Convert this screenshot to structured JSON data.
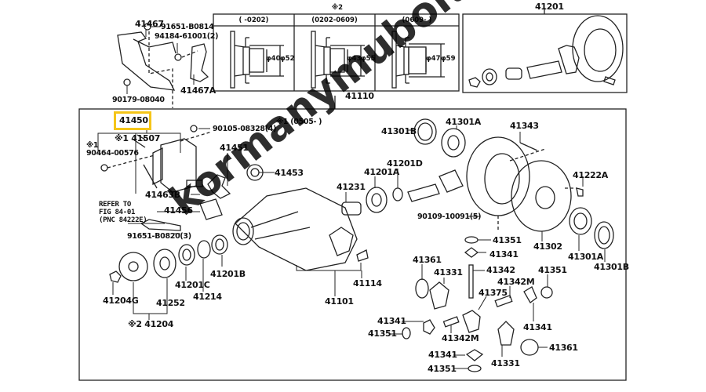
{
  "diagram": {
    "title_mark_top": "※2",
    "section_note": "※1 (0505-    )",
    "highlight_color": "#f5c518",
    "watermark": "kormanymubolt.hu"
  },
  "bracket_group": {
    "labels": [
      "41467",
      "91651-B0814",
      "94184-61001(2)",
      "41467A",
      "90179-08040"
    ]
  },
  "inset_sizes": {
    "label": "41110",
    "columns": [
      {
        "header": "(     -0202)",
        "inner": "φ40",
        "outer": "φ52"
      },
      {
        "header": "(0202-0609)",
        "inner": "φ43",
        "outer": "φ55"
      },
      {
        "header": "(0609-     )",
        "inner": "φ47",
        "outer": "φ59"
      }
    ]
  },
  "inset_gearset": {
    "label": "41201"
  },
  "parts": {
    "p41450": "41450",
    "p41507": "※1 41507",
    "p90464_mark": "※1",
    "p90464": "90464-00576",
    "p90105": "90105-08328(4)",
    "p41451": "41451",
    "p41453": "41453",
    "p41463B": "41463B",
    "refer1": "REFER TO",
    "refer2": "FIG 84-01",
    "refer3": "(PNC 84222E)",
    "p41456": "41456",
    "p91651": "91651-B0820(3)",
    "p41204G": "41204G",
    "p41252": "41252",
    "p41201C": "41201C",
    "p41214": "41214",
    "p41201B": "41201B",
    "p41204": "※2 41204",
    "p41101": "41101",
    "p41114": "41114",
    "p41231": "41231",
    "p41201A": "41201A",
    "p41201D": "41201D",
    "p41301B_top": "41301B",
    "p41301A_top": "41301A",
    "p41343": "41343",
    "p41222A": "41222A",
    "p90109": "90109-10091(5)",
    "p41302": "41302",
    "p41301A_r": "41301A",
    "p41301B_r": "41301B",
    "p41351_a": "41351",
    "p41341_a": "41341",
    "p41342": "41342",
    "p41361_a": "41361",
    "p41331_a": "41331",
    "p41342M_a": "41342M",
    "p41351_b": "41351",
    "p41375": "41375",
    "p41341_b": "41341",
    "p41351_c": "41351",
    "p41342M_b": "41342M",
    "p41341_c": "41341",
    "p41331_b": "41331",
    "p41361_b": "41361",
    "p41341_d": "41341",
    "p41351_d": "41351"
  }
}
